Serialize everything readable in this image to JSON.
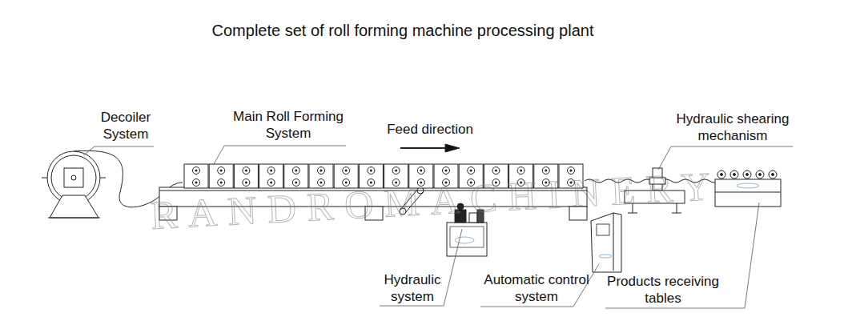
{
  "diagram": {
    "title": "Complete set of roll forming machine processing plant",
    "labels": [
      "Decoiler System",
      "Main Roll Forming System",
      "Feed direction",
      "Hydraulic shearing mechanism",
      "Hydraulic system",
      "Automatic control system",
      "Products receiving tables",
      "RANDROMACHINERY"
    ]
  }
}
